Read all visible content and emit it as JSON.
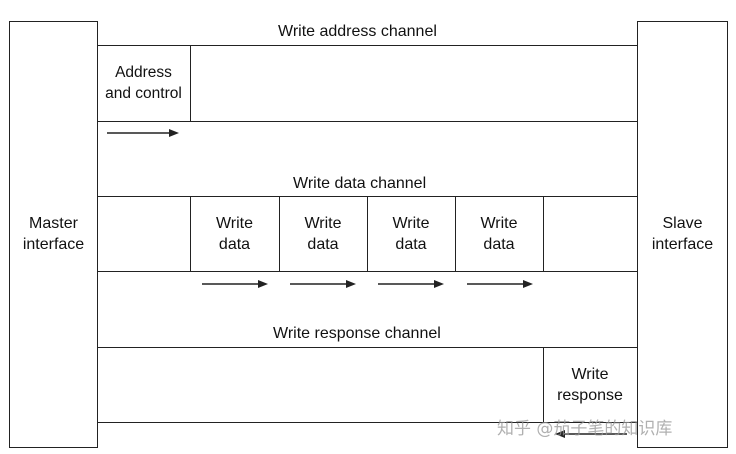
{
  "master": {
    "label_line1": "Master",
    "label_line2": "interface"
  },
  "slave": {
    "label_line1": "Slave",
    "label_line2": "interface"
  },
  "write_address_channel": {
    "title": "Write address channel",
    "cell_line1": "Address",
    "cell_line2": "and control"
  },
  "write_data_channel": {
    "title": "Write data channel",
    "cells": [
      {
        "line1": "Write",
        "line2": "data"
      },
      {
        "line1": "Write",
        "line2": "data"
      },
      {
        "line1": "Write",
        "line2": "data"
      },
      {
        "line1": "Write",
        "line2": "data"
      }
    ]
  },
  "write_response_channel": {
    "title": "Write response channel",
    "cell_line1": "Write",
    "cell_line2": "response"
  },
  "watermark": {
    "text": "知乎 @茄子笔的知识库"
  },
  "colors": {
    "line": "#222222",
    "background": "#ffffff",
    "watermark": "#969696"
  },
  "arrows": [
    {
      "channel": "write_address_channel",
      "direction": "right"
    },
    {
      "channel": "write_data_channel",
      "direction": "right"
    },
    {
      "channel": "write_data_channel",
      "direction": "right"
    },
    {
      "channel": "write_data_channel",
      "direction": "right"
    },
    {
      "channel": "write_data_channel",
      "direction": "right"
    },
    {
      "channel": "write_response_channel",
      "direction": "left"
    }
  ]
}
